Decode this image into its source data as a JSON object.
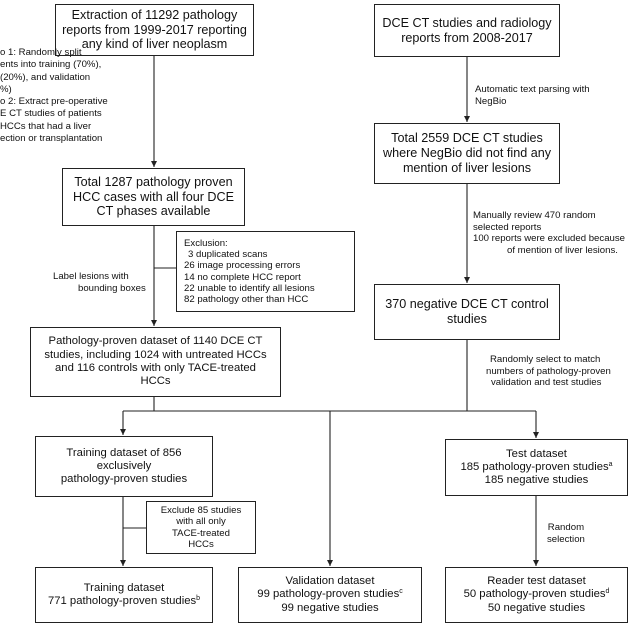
{
  "nodes": {
    "extraction": {
      "lines": [
        "Extraction of 11292 pathology",
        "reports from 1999-2017 reporting",
        "any kind of liver neoplasm"
      ]
    },
    "dce_reports": {
      "lines": [
        "DCE CT studies and radiology",
        "reports from 2008-2017"
      ]
    },
    "total_hcc": {
      "lines": [
        "Total 1287 pathology proven",
        "HCC cases with all four DCE",
        "CT phases available"
      ]
    },
    "total_dce": {
      "lines": [
        "Total 2559 DCE CT studies",
        "where NegBio did not find any",
        "mention of liver lesions"
      ]
    },
    "exclusion": {
      "lines": [
        "Exclusion:",
        "3 duplicated scans",
        "26 image processing errors",
        "14 no complete HCC report",
        "22 unable to identify all lesions",
        "82 pathology other than HCC"
      ]
    },
    "negative_control": {
      "lines": [
        "370 negative DCE CT control",
        "studies"
      ]
    },
    "pathology_dataset": {
      "lines": [
        "Pathology-proven dataset of 1140 DCE CT",
        "studies, including 1024 with untreated HCCs",
        "and 116 controls with only TACE-treated",
        "HCCs"
      ]
    },
    "training_856": {
      "lines": [
        "Training dataset of 856",
        "exclusively",
        "pathology-proven studies"
      ]
    },
    "test": {
      "title": "Test dataset",
      "line2": "185 pathology-proven studies",
      "line2_sup": "a",
      "line3": "185 negative studies"
    },
    "exclude85": {
      "lines": [
        "Exclude 85 studies",
        "with all only",
        "TACE-treated",
        "HCCs"
      ]
    },
    "training_771": {
      "title": "Training dataset",
      "line2": "771 pathology-proven studies",
      "line2_sup": "b"
    },
    "validation": {
      "title": "Validation dataset",
      "line2": "99 pathology-proven studies",
      "line2_sup": "c",
      "line3": "99 negative studies"
    },
    "reader_test": {
      "title": "Reader test dataset",
      "line2": "50 pathology-proven studies",
      "line2_sup": "d",
      "line3": "50 negative studies"
    }
  },
  "notes": {
    "steps": {
      "lines": [
        "o 1: Randomly split",
        "ents into training (70%),",
        "(20%), and validation",
        "%)",
        "o 2: Extract pre-operative",
        "E CT studies of patients",
        "HCCs that had a liver",
        "ection or  transplantation"
      ]
    },
    "negbio": {
      "lines": [
        "Automatic text parsing with",
        "NegBio"
      ]
    },
    "manual": {
      "lines": [
        "Manually review 470 random",
        "selected reports",
        "100 reports were excluded because",
        "of mention of liver lesions."
      ]
    },
    "label": {
      "lines": [
        "Label lesions with",
        "bounding boxes"
      ]
    },
    "random_match": {
      "lines": [
        "Randomly select to match",
        "numbers of pathology-proven",
        "validation and test studies"
      ]
    },
    "random_sel": {
      "lines": [
        "Random",
        "selection"
      ]
    }
  },
  "colors": {
    "line": "#222222",
    "text": "#111111",
    "background": "#ffffff"
  }
}
